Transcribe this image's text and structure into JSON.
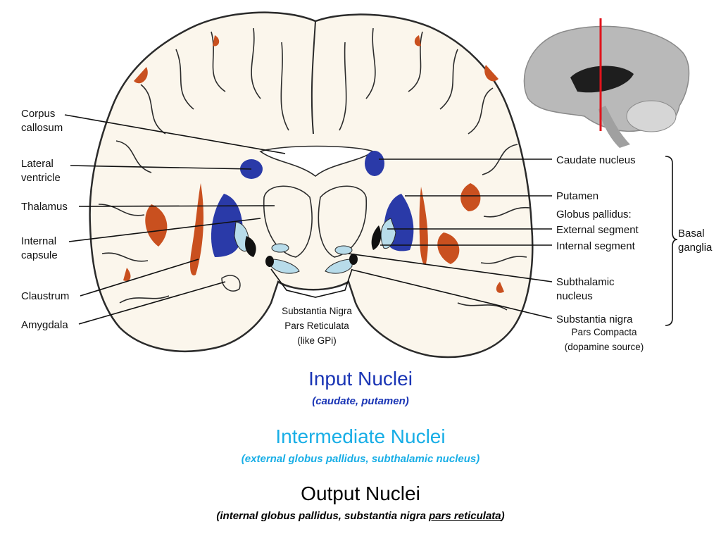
{
  "labels_left": {
    "corpus_callosum": [
      "Corpus",
      "callosum"
    ],
    "lateral_ventricle": [
      "Lateral",
      "ventricle"
    ],
    "thalamus": "Thalamus",
    "internal_capsule": [
      "Internal",
      "capsule"
    ],
    "claustrum": "Claustrum",
    "amygdala": "Amygdala"
  },
  "labels_right": {
    "caudate_nucleus": "Caudate nucleus",
    "putamen": "Putamen",
    "globus_pallidus": "Globus pallidus:",
    "external_segment": "External segment",
    "internal_segment": "Internal segment",
    "subthalamic": [
      "Subthalamic",
      "nucleus"
    ],
    "substantia_nigra": "Substantia nigra",
    "basal_ganglia": [
      "Basal",
      "ganglia"
    ]
  },
  "annotations": {
    "snr": [
      "Substantia Nigra",
      "Pars Reticulata",
      "(like GPi)"
    ],
    "snc": [
      "Pars Compacta",
      "(dopamine source)"
    ]
  },
  "captions": {
    "input_title": "Input Nuclei",
    "input_sub": "(caudate, putamen)",
    "intermediate_title": "Intermediate Nuclei",
    "intermediate_sub": "(external globus pallidus, subthalamic nucleus)",
    "output_title": "Output Nuclei",
    "output_sub_pre": "(internal globus pallidus, substantia nigra ",
    "output_sub_em": "pars reticulata",
    "output_sub_post": ")"
  },
  "colors": {
    "input": "#1a35b5",
    "intermediate": "#18aee6",
    "output": "#000000",
    "white_matter": "#fbf6ec",
    "cortex_orange": "#c9501f",
    "pallidus_light": "#b8dcea",
    "section_line": "#e0141c"
  }
}
